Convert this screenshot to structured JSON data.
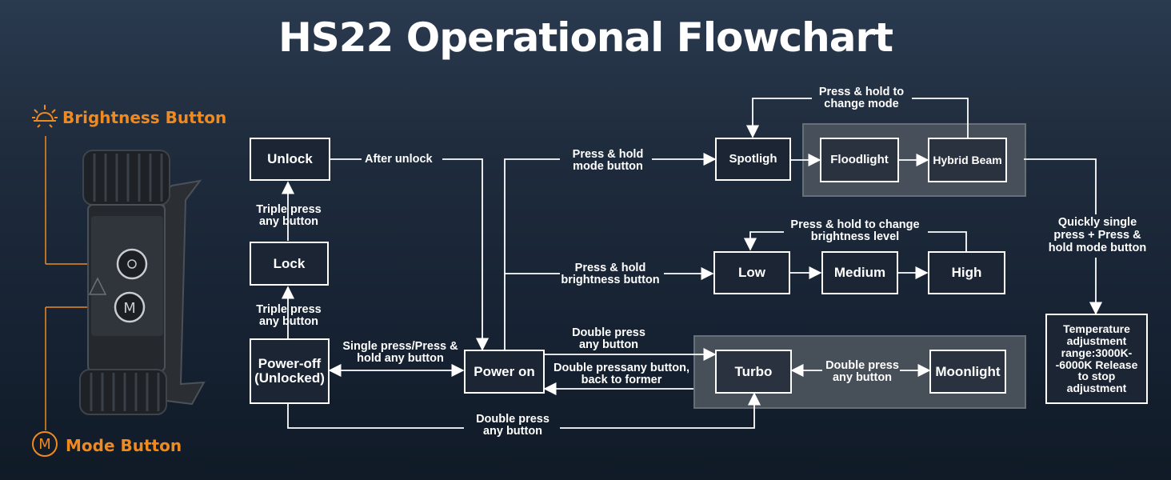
{
  "title": "HS22 Operational Flowchart",
  "buttons": {
    "brightness": "Brightness Button",
    "mode": "Mode Button",
    "mode_icon_letter": "M"
  },
  "nodes": {
    "unlock": "Unlock",
    "lock": "Lock",
    "power_off": "Power-off (Unlocked)",
    "power_on": "Power on",
    "spotlight": "Spotligh",
    "floodlight": "Floodlight",
    "hybrid": "Hybrid Beam",
    "low": "Low",
    "medium": "Medium",
    "high": "High",
    "turbo": "Turbo",
    "moonlight": "Moonlight",
    "temperature": "Temperature adjustment range:3000K--6000K Release to stop adjustment"
  },
  "edges": {
    "after_unlock": "After unlock",
    "triple_top": "Triple press any button",
    "triple_bottom": "Triple press any button",
    "single_press": "Single press/Press & hold any button",
    "hold_mode": "Press & hold mode button",
    "hold_brightness": "Press & hold brightness button",
    "change_mode": "Press & hold to change mode",
    "change_brightness": "Press & hold to change brightness level",
    "double_turbo": "Double press any button",
    "double_back": "Double pressany button, back to former",
    "double_moon": "Double press any button",
    "double_bottom": "Double press any button",
    "quick_single": "Quickly single press + Press & hold mode button"
  },
  "colors": {
    "accent": "#f08a1e",
    "line": "#ffffff",
    "group_bg": "#4a525c"
  }
}
